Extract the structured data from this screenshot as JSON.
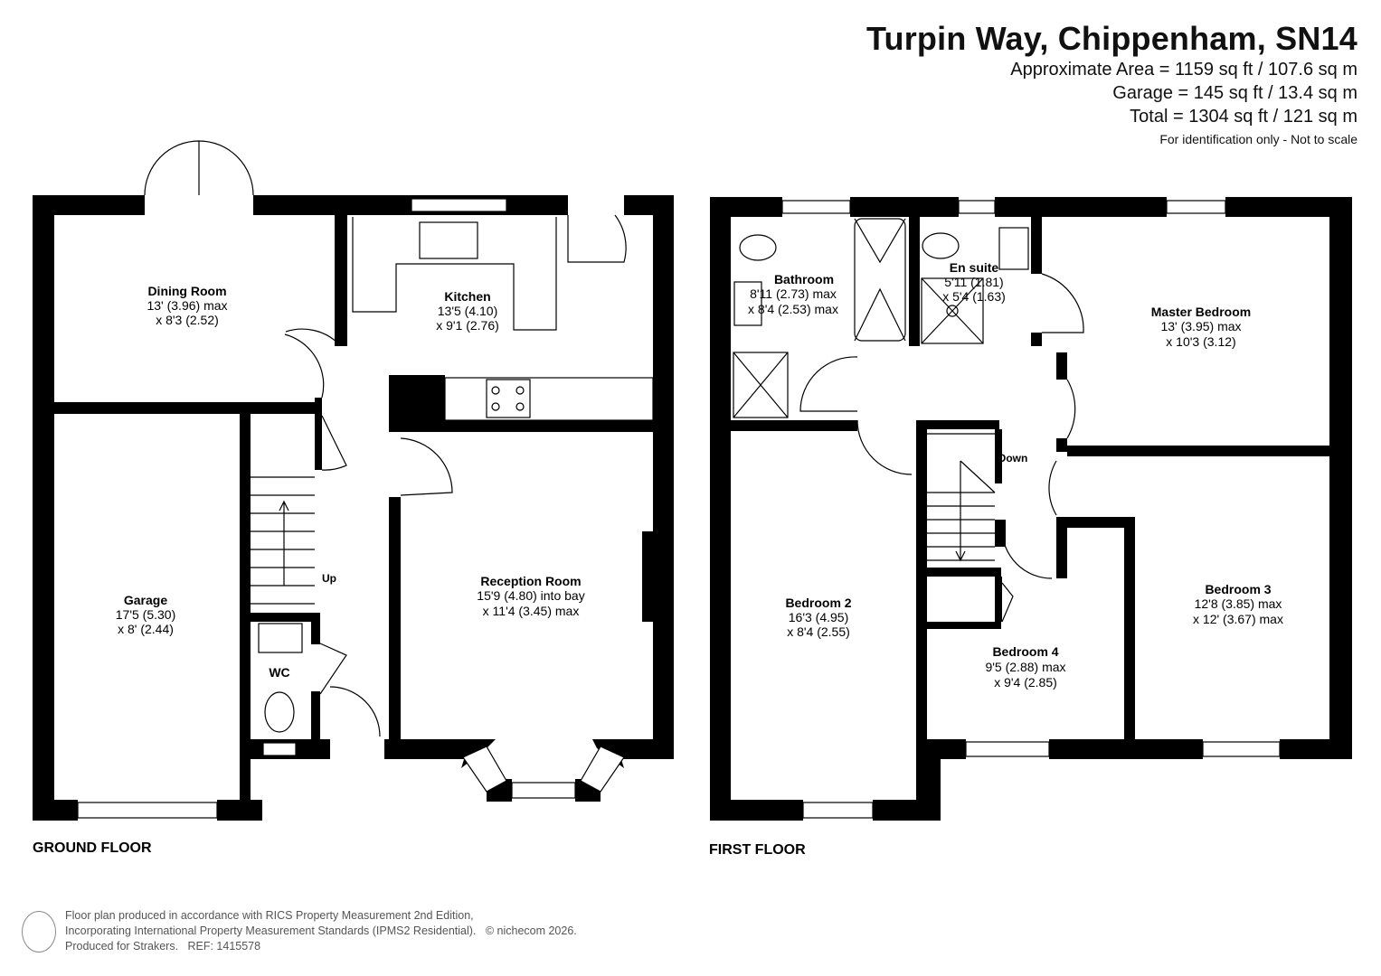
{
  "header": {
    "title": "Turpin Way, Chippenham, SN14",
    "area_lines": [
      "Approximate Area = 1159 sq ft / 107.6 sq m",
      "Garage = 145 sq ft / 13.4 sq m",
      "Total = 1304 sq ft / 121 sq m"
    ],
    "disclaimer": "For identification only - Not to scale"
  },
  "floors": {
    "ground": "GROUND FLOOR",
    "first": "FIRST FLOOR"
  },
  "rooms": {
    "dining": {
      "name": "Dining Room",
      "dim1": "13' (3.96) max",
      "dim2": "x 8'3 (2.52)"
    },
    "kitchen": {
      "name": "Kitchen",
      "dim1": "13'5 (4.10)",
      "dim2": "x 9'1 (2.76)"
    },
    "garage": {
      "name": "Garage",
      "dim1": "17'5 (5.30)",
      "dim2": "x 8' (2.44)"
    },
    "wc": {
      "name": "WC"
    },
    "reception": {
      "name": "Reception Room",
      "dim1": "15'9 (4.80) into bay",
      "dim2": "x 11'4 (3.45) max"
    },
    "bathroom": {
      "name": "Bathroom",
      "dim1": "8'11 (2.73) max",
      "dim2": "x 8'4 (2.53) max"
    },
    "ensuite": {
      "name": "En suite",
      "dim1": "5'11 (1.81)",
      "dim2": "x 5'4 (1.63)"
    },
    "master": {
      "name": "Master Bedroom",
      "dim1": "13' (3.95) max",
      "dim2": "x 10'3 (3.12)"
    },
    "bed2": {
      "name": "Bedroom 2",
      "dim1": "16'3 (4.95)",
      "dim2": "x 8'4 (2.55)"
    },
    "bed3": {
      "name": "Bedroom 3",
      "dim1": "12'8 (3.85) max",
      "dim2": "x 12' (3.67) max"
    },
    "bed4": {
      "name": "Bedroom 4",
      "dim1": "9'5 (2.88) max",
      "dim2": "x 9'4 (2.85)"
    }
  },
  "stairs": {
    "up": "Up",
    "down": "Down"
  },
  "footer": {
    "line1": "Floor plan produced in accordance with RICS Property Measurement 2nd Edition,",
    "line2": "Incorporating International Property Measurement Standards (IPMS2 Residential).",
    "copyright": "© nichecom 2026.",
    "line3": "Produced for Strakers.   REF: 1415578"
  }
}
